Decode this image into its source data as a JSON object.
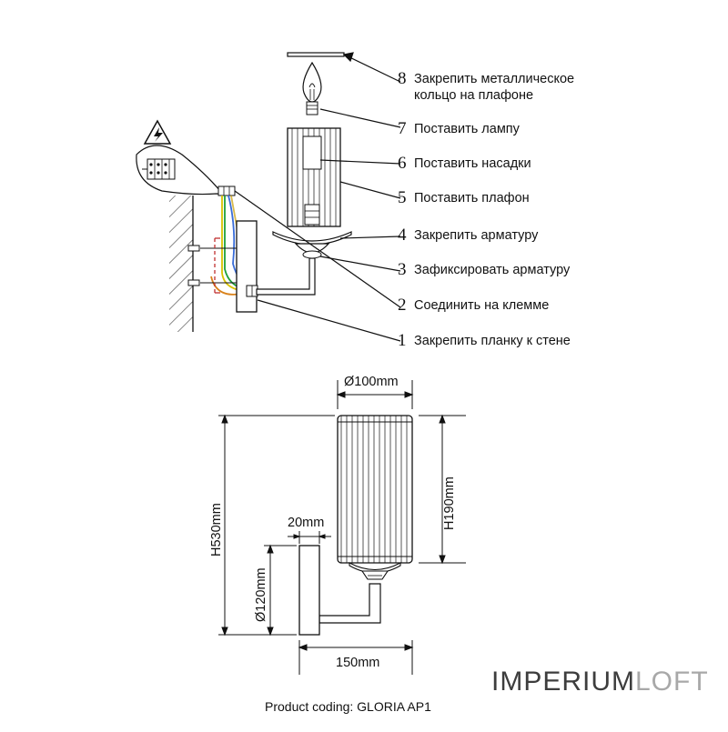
{
  "steps": [
    {
      "num": "8",
      "text": "Закрепить металлическое",
      "text2": "кольцо на плафоне"
    },
    {
      "num": "7",
      "text": "Поставить лампу"
    },
    {
      "num": "6",
      "text": "Поставить насадки"
    },
    {
      "num": "5",
      "text": "Поставить плафон"
    },
    {
      "num": "4",
      "text": "Закрепить арматуру"
    },
    {
      "num": "3",
      "text": "Зафиксировать арматуру"
    },
    {
      "num": "2",
      "text": "Соединить на клемме"
    },
    {
      "num": "1",
      "text": "Закрепить планку к стене"
    }
  ],
  "dimensions": {
    "shade_diameter": "Ø100mm",
    "shade_height": "H190mm",
    "total_height": "H530mm",
    "plate_width": "20mm",
    "plate_diameter": "Ø120mm",
    "depth": "150mm"
  },
  "brand": {
    "part1": "IMPERIUM",
    "part2": "LOFT"
  },
  "product_code": "Product coding: GLORIA AP1",
  "warning_symbol": "⚡"
}
